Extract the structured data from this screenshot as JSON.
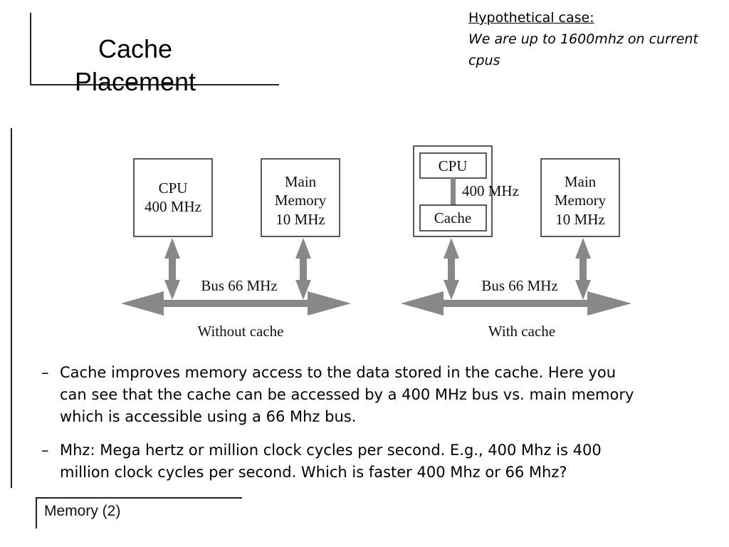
{
  "slide": {
    "title_line1": "Cache",
    "title_line2": "Placement",
    "footer": "Memory (2)"
  },
  "note": {
    "heading": "Hypothetical case:",
    "line1": "We are up to 1600mhz on current",
    "line2": "cpus"
  },
  "diagram": {
    "left": {
      "cpu_line1": "CPU",
      "cpu_line2": "400 MHz",
      "mem_line1": "Main",
      "mem_line2": "Memory",
      "mem_line3": "10 MHz",
      "bus": "Bus 66 MHz",
      "caption": "Without cache"
    },
    "right": {
      "cpu": "CPU",
      "cache": "Cache",
      "cpu_cache_link": "400 MHz",
      "mem_line1": "Main",
      "mem_line2": "Memory",
      "mem_line3": "10 MHz",
      "bus": "Bus 66 MHz",
      "caption": "With cache"
    },
    "colors": {
      "arrow": "#888888",
      "box": "#222222"
    }
  },
  "bullets": [
    {
      "marker": "–",
      "line1": "Cache improves memory access to the data stored in the cache. Here you",
      "line2": "can see that the cache can be accessed by a 400 MHz bus vs. main memory",
      "line3": "which is accessible using a 66 Mhz bus."
    },
    {
      "marker": "–",
      "line1": "Mhz: Mega hertz or million clock cycles per second. E.g., 400 Mhz is 400",
      "line2": "million clock cycles per second. Which is faster 400 Mhz or 66 Mhz?"
    }
  ]
}
